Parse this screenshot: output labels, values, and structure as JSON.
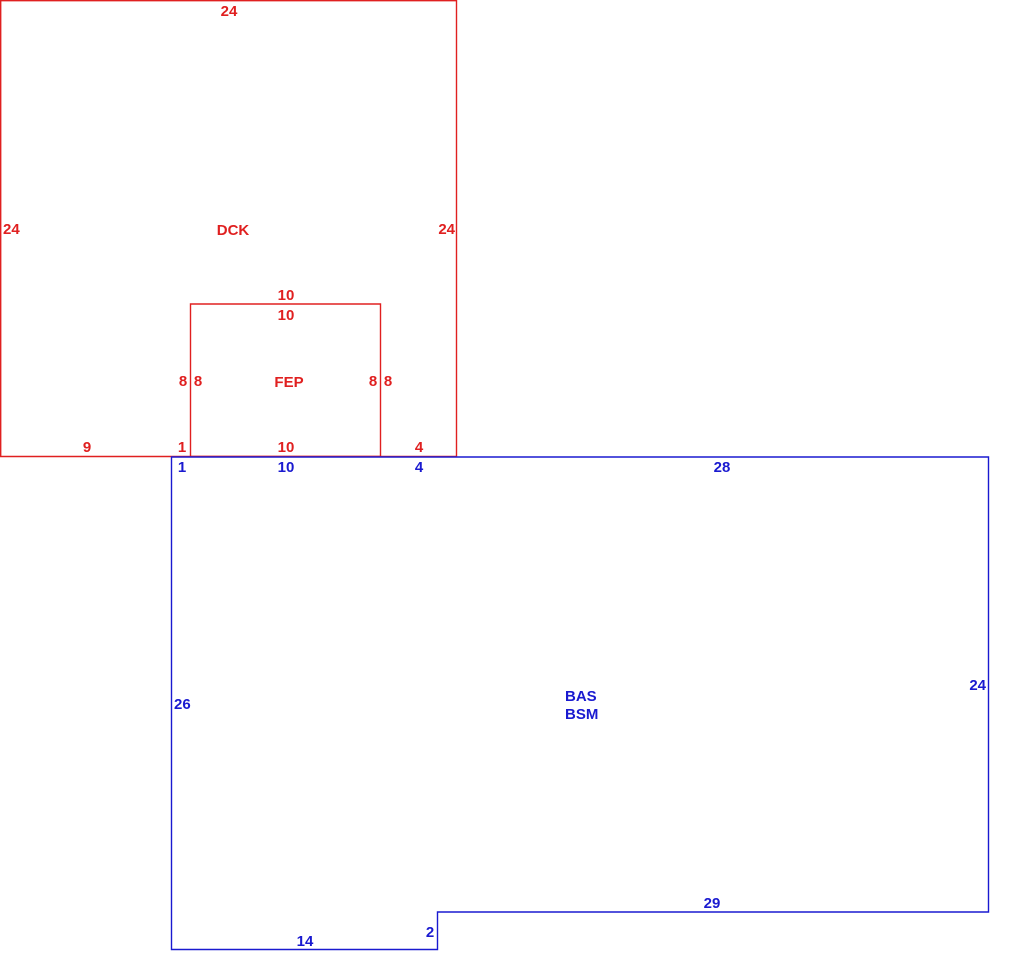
{
  "colors": {
    "deck": "#e02020",
    "porch": "#e02020",
    "living": "#1a1ad0",
    "background": "#ffffff"
  },
  "deck": {
    "label": "DCK",
    "dims": {
      "top": "24",
      "left": "24",
      "right": "24",
      "bottom_left": "9",
      "bottom_offset": "1",
      "bottom_right": "4"
    }
  },
  "porch": {
    "label": "FEP",
    "dims": {
      "top_outer": "10",
      "top_inner": "10",
      "left_outer": "8",
      "left_inner": "8",
      "right_inner": "8",
      "right_outer": "8",
      "bottom": "10"
    }
  },
  "living": {
    "label_line1": "BAS",
    "label_line2": "BSM",
    "dims": {
      "top_offset": "1",
      "top_porch": "10",
      "top_after_porch": "4",
      "top_right": "28",
      "left": "26",
      "right": "24",
      "bottom_right": "29",
      "step": "2",
      "bottom_left": "14"
    }
  }
}
